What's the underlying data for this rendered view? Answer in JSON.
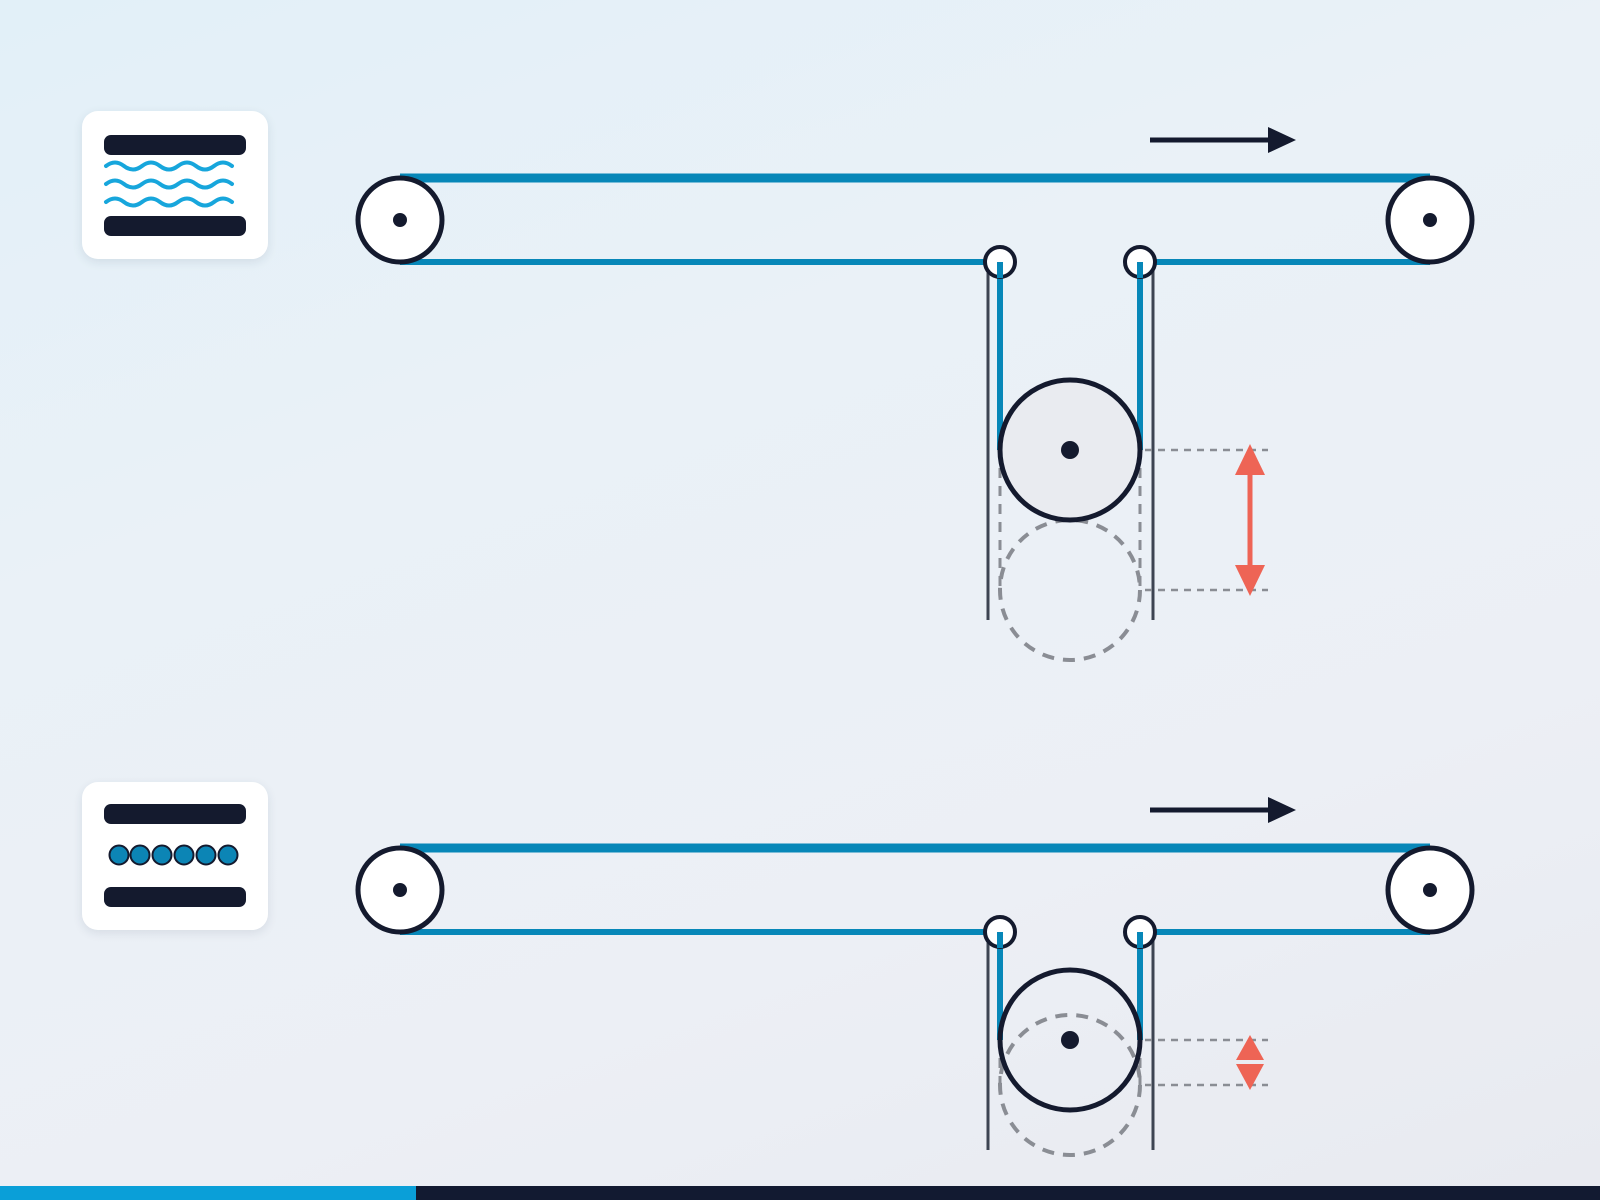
{
  "colors": {
    "belt": "#0787b8",
    "outline": "#141a2e",
    "pulley_fill": "#ffffff",
    "dancer_fill": "#e9ebf0",
    "ghost": "#8a8d94",
    "guide": "#3d4452",
    "range_arrow": "#ee6455",
    "wave_icon": "#17a6dc",
    "bead_icon": "#0c85b5",
    "footer_progress": "#0a9fd8",
    "footer_rest": "#121a31"
  },
  "panels": [
    {
      "id": "liquid",
      "icon": "liquid-layer-icon",
      "direction": "right",
      "dancer_travel": "large"
    },
    {
      "id": "granular",
      "icon": "granular-layer-icon",
      "direction": "right",
      "dancer_travel": "small"
    }
  ],
  "progress": {
    "fraction": 0.26
  }
}
